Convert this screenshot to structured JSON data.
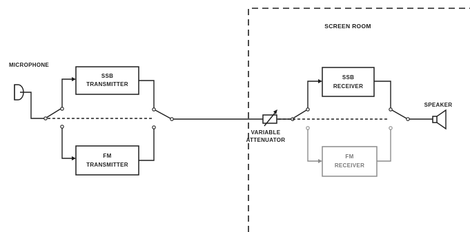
{
  "labels": {
    "screen_room": "SCREEN ROOM",
    "microphone": "MICROPHONE",
    "speaker": "SPEAKER",
    "attenuator_line1": "VARIABLE",
    "attenuator_line2": "ATTENUATOR"
  },
  "blocks": {
    "ssb_transmitter": [
      "SSB",
      "TRANSMITTER"
    ],
    "fm_transmitter": [
      "FM",
      "TRANSMITTER"
    ],
    "ssb_receiver": [
      "SSB",
      "RECEIVER"
    ],
    "fm_receiver": [
      "FM",
      "RECEIVER"
    ]
  },
  "colors": {
    "ink": "#1e1e1e",
    "faded_ink": "#8c8c8c",
    "paper": "#ffffff"
  }
}
